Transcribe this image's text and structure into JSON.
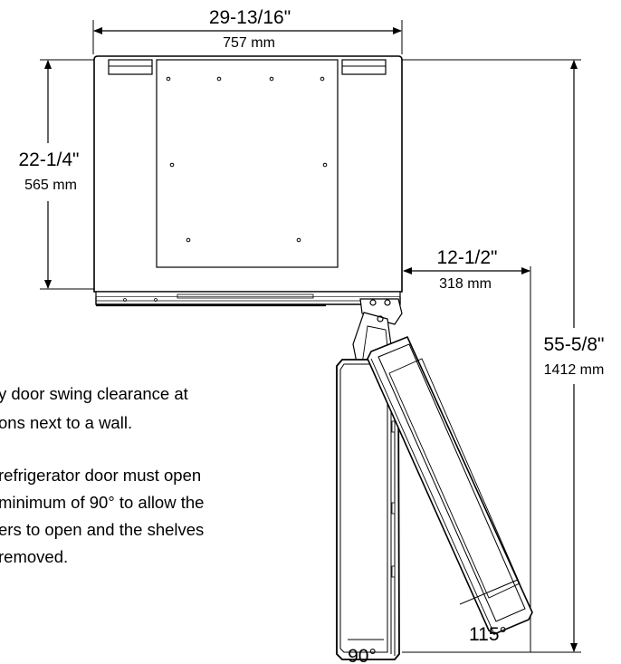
{
  "dimensions": {
    "width_in": "29-13/16\"",
    "width_mm": "757 mm",
    "depth_in": "22-1/4\"",
    "depth_mm": "565 mm",
    "side_clearance_in": "12-1/2\"",
    "side_clearance_mm": "318 mm",
    "swing_depth_in": "55-5/8\"",
    "swing_depth_mm": "1412 mm"
  },
  "angles": {
    "open_90": "90°",
    "open_115": "115°"
  },
  "notes": {
    "line1": "y door swing clearance at",
    "line2": "ons next to a wall.",
    "line3": "refrigerator door must open",
    "line4": "minimum of 90° to allow the",
    "line5": "ers to open and the shelves",
    "line6": " removed."
  }
}
